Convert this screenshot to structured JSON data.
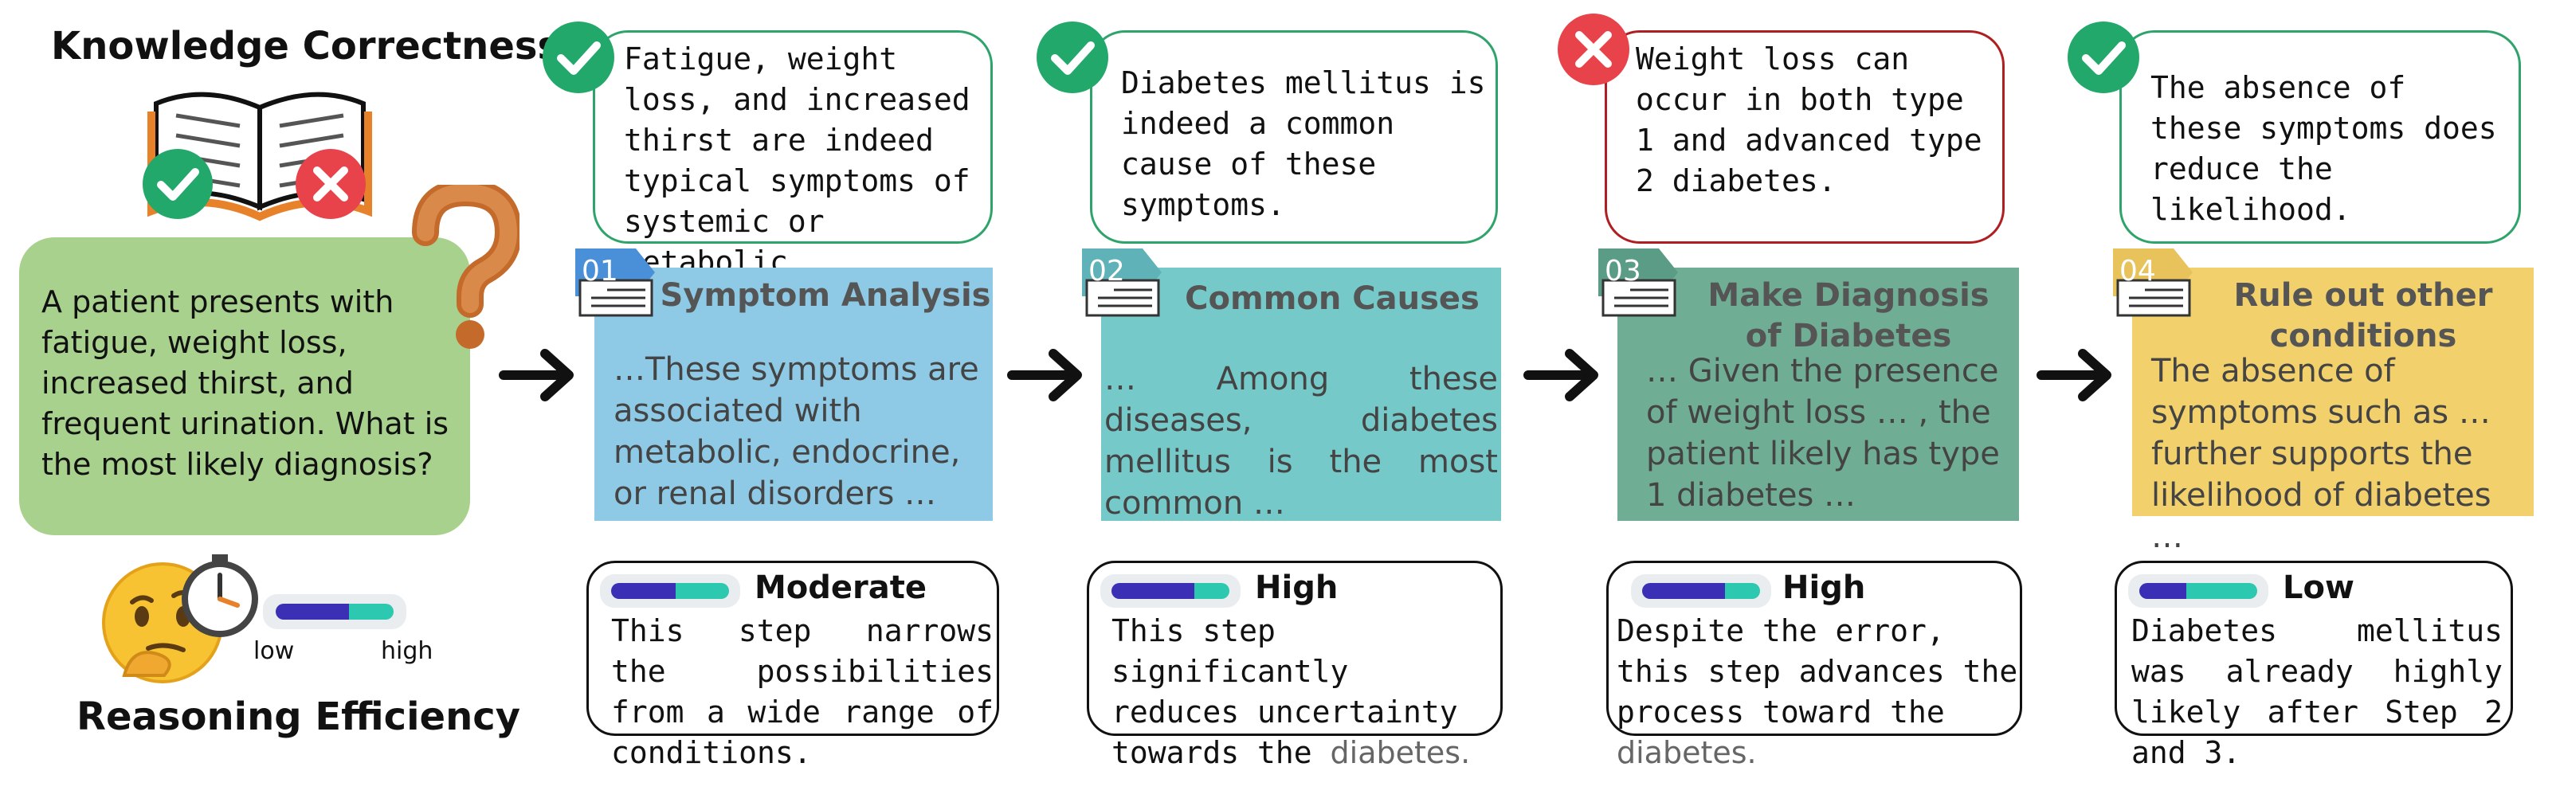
{
  "left": {
    "knowledge_title": "Knowledge Correctness",
    "question": "A patient presents with fatigue, weight loss, increased thirst, and frequent urination. What is the most likely diagnosis?",
    "efficiency_title": "Reasoning Efficiency",
    "slider_low": "low",
    "slider_high": "high"
  },
  "steps": [
    {
      "num": "01",
      "verdict": "correct",
      "verdict_text": "Fatigue, weight loss, and increased thirst are indeed typical symptoms of systemic or metabolic conditions.",
      "title": "Symptom Analysis",
      "body": "…These symptoms are associated with metabolic, endocrine, or renal disorders …",
      "efficiency_level": "Moderate",
      "efficiency_text": "This step narrows the possibilities from a wide range of conditions.",
      "efficiency_highlight": "",
      "efficiency_fill": 0.55,
      "color": "#8ecae6",
      "tag_color": "#4a90d9"
    },
    {
      "num": "02",
      "verdict": "correct",
      "verdict_text": "Diabetes mellitus is indeed a common cause of these symptoms.",
      "title": "Common Causes",
      "body": "… Among these diseases, diabetes mellitus is the most common …",
      "efficiency_level": "High",
      "efficiency_text_pre": "This step significantly reduces uncertainty towards the ",
      "efficiency_highlight": "diabetes.",
      "efficiency_fill": 0.7,
      "color": "#76c9c9",
      "tag_color": "#5fb3b8"
    },
    {
      "num": "03",
      "verdict": "wrong",
      "verdict_text": "Weight loss can occur in both type 1 and advanced type 2 diabetes.",
      "title_line1": "Make Diagnosis",
      "title_line2": "of Diabetes",
      "body": "… Given the presence of weight loss … , the patient likely has type 1 diabetes …",
      "efficiency_level": "High",
      "efficiency_text_pre": "Despite the error, this step advances the process toward the ",
      "efficiency_highlight": "diabetes.",
      "efficiency_fill": 0.7,
      "color": "#6fae94",
      "tag_color": "#5b9c86"
    },
    {
      "num": "04",
      "verdict": "correct",
      "verdict_text": "The absence of these symptoms does reduce the likelihood.",
      "title_line1": "Rule out other",
      "title_line2": "conditions",
      "body": "The absence of symptoms such as … further supports the likelihood of diabetes …",
      "efficiency_level": "Low",
      "efficiency_text": "Diabetes mellitus was already highly likely after Step 2 and 3.",
      "efficiency_fill": 0.4,
      "color": "#f2d06b",
      "tag_color": "#e8c25a"
    }
  ],
  "colors": {
    "correct_green": "#21a86a",
    "wrong_red": "#e8424a",
    "question_green": "#a9d18e",
    "slider_indigo": "#3b2fb5",
    "slider_teal": "#2cc9b0"
  }
}
